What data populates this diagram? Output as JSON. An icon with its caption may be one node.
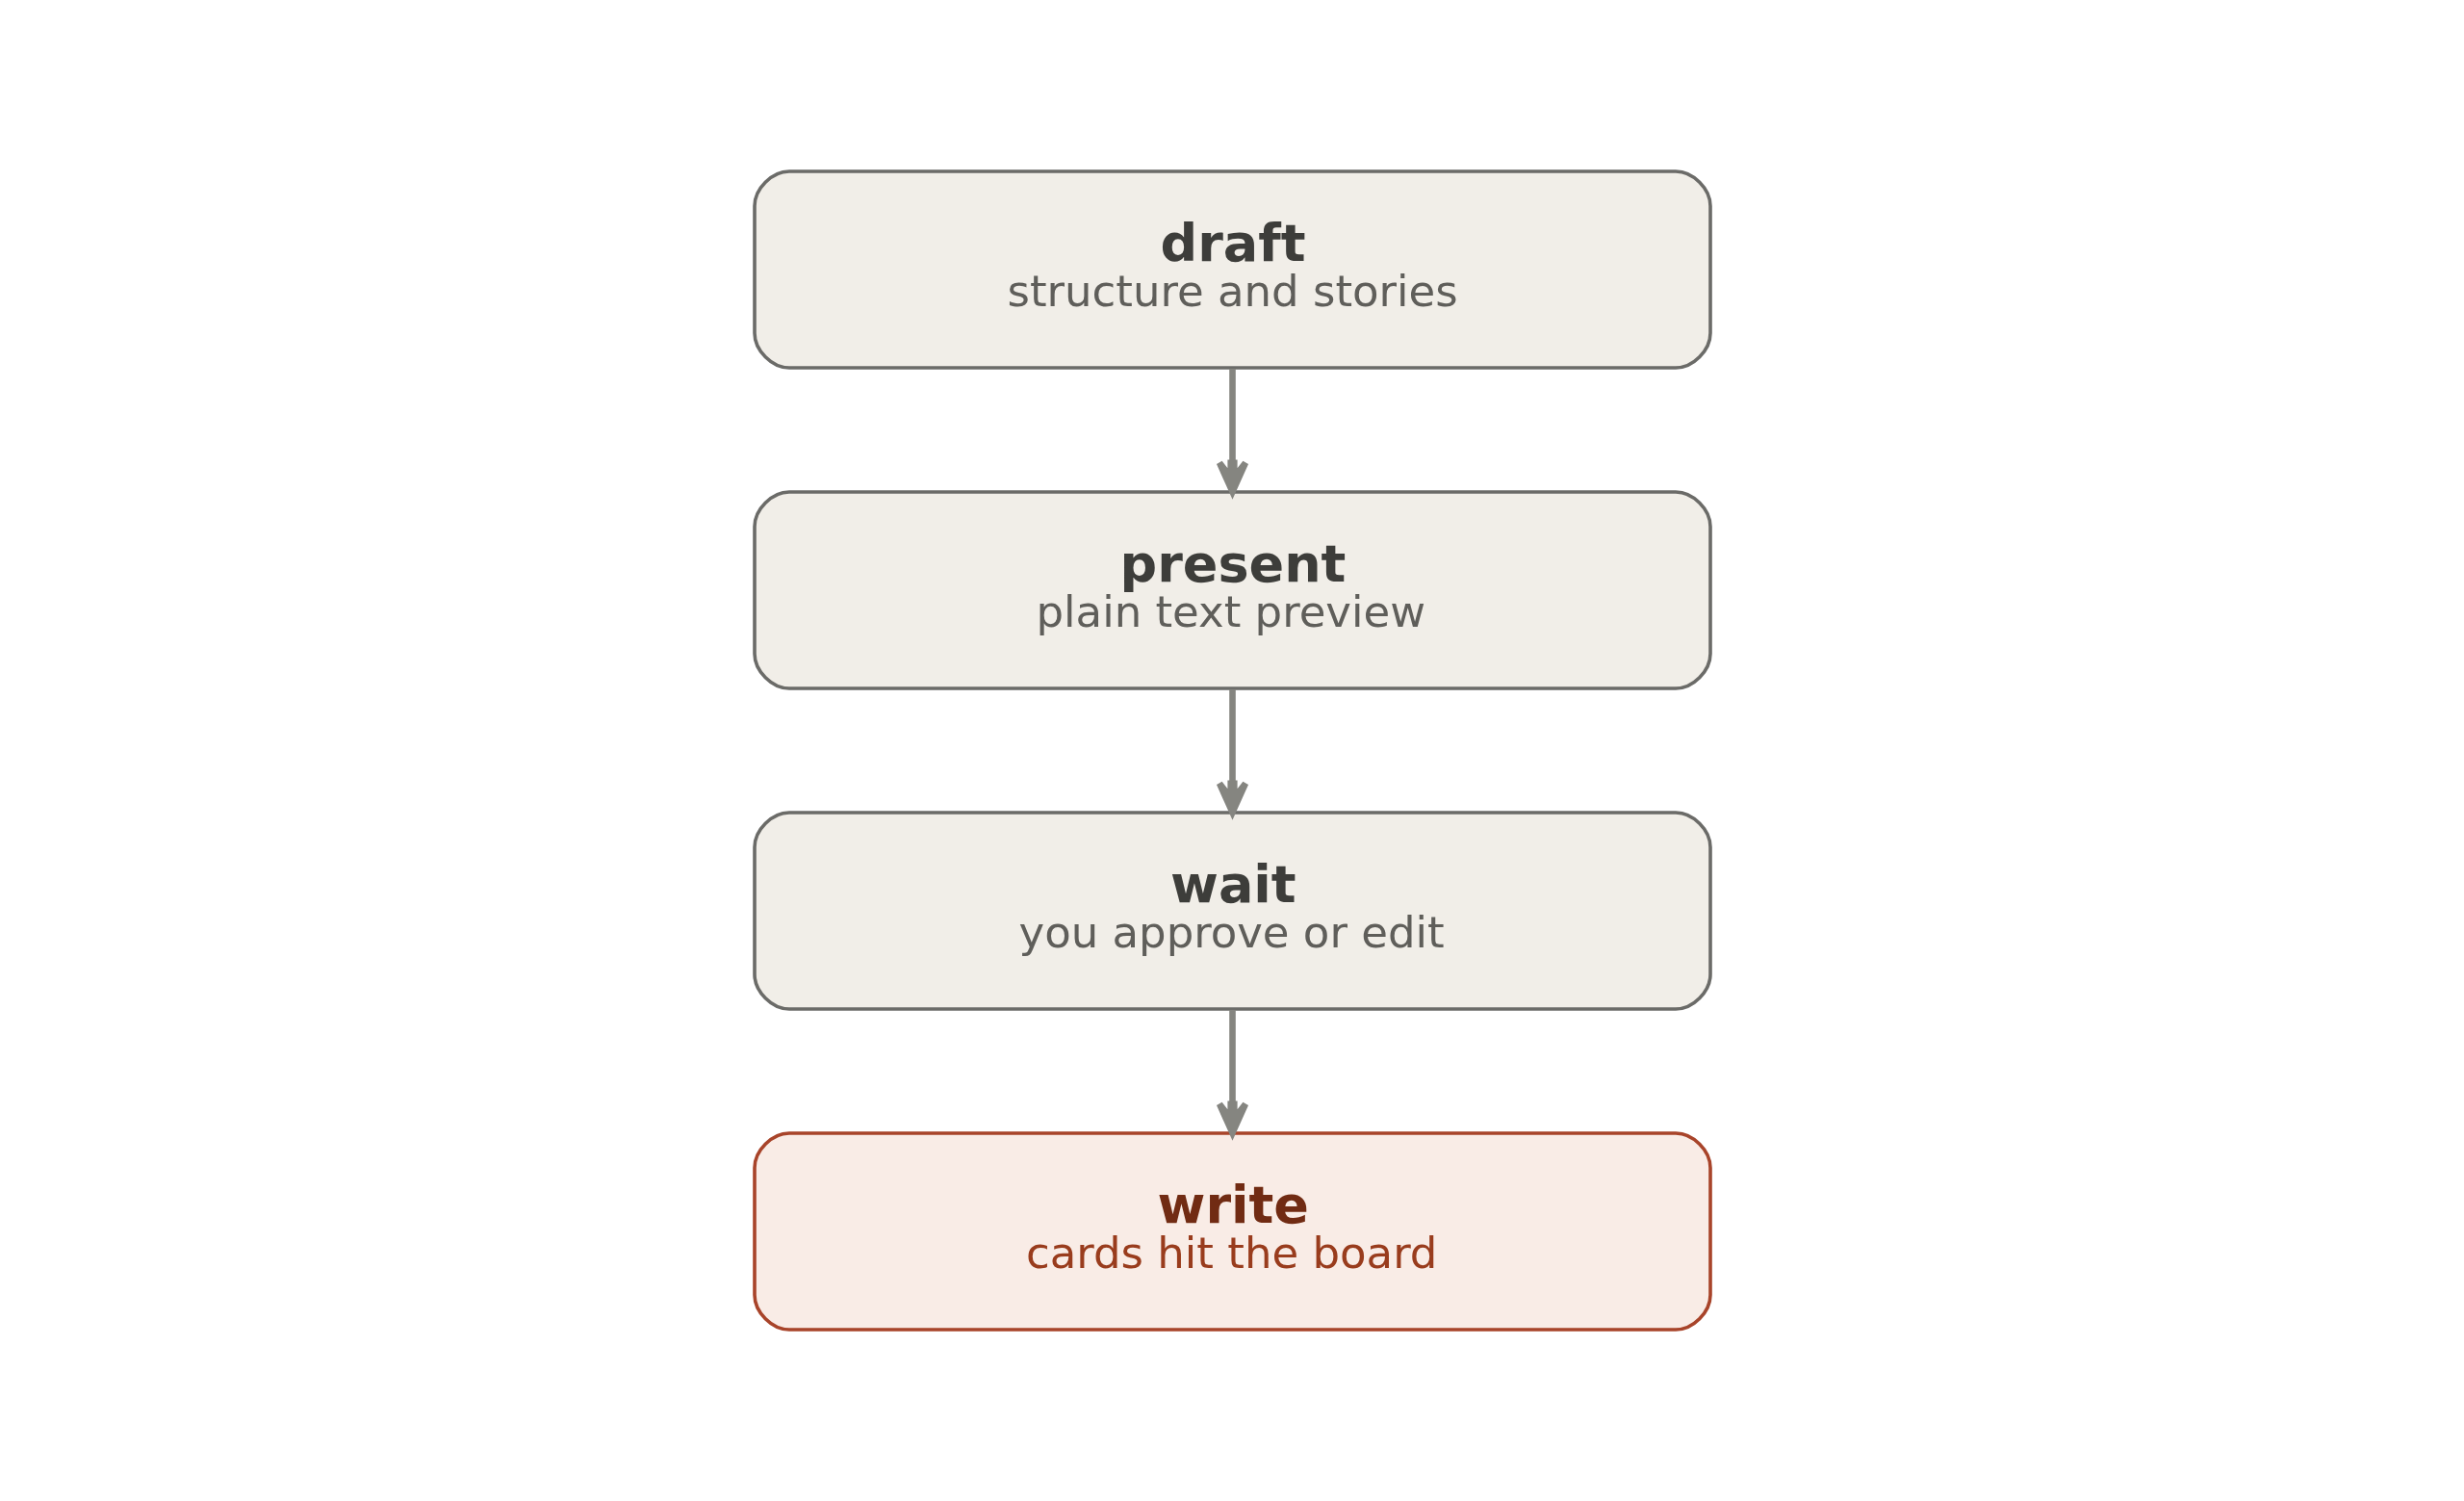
{
  "diagram": {
    "nodes": [
      {
        "text": [
          "draft",
          "structure and stories"
        ]
      },
      {
        "text": [
          "present",
          "plain text preview"
        ]
      },
      {
        "text": [
          "wait",
          "you approve or edit"
        ]
      },
      {
        "text": [
          "write",
          "cards hit the board"
        ]
      }
    ],
    "edges": [
      {
        "from": 0,
        "to": 1,
        "arrow": "to"
      },
      {
        "from": 1,
        "to": 2,
        "arrow": "to"
      },
      {
        "from": 2,
        "to": 3,
        "arrow": "to"
      }
    ]
  }
}
